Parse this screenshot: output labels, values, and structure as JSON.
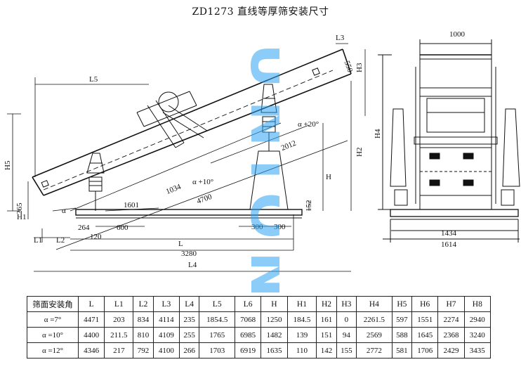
{
  "title": "ZD1273 直线等厚筛安装尺寸",
  "watermark": "UNION",
  "drawing": {
    "side_labels": {
      "L5": "L5",
      "L3": "L3",
      "L1": "L1",
      "L2": "L2",
      "L": "L",
      "L4": "L4",
      "H5": "H5",
      "H1": "H1",
      "H": "H",
      "H2": "H2",
      "H3": "H3",
      "H4": "H4",
      "angle_a": "α",
      "angle_20": "α +20°",
      "angle_10": "α +10°"
    },
    "side_dims": {
      "d1000": "1000",
      "d550": "550",
      "d2012": "2012",
      "d1034": "1034",
      "d4700": "4700",
      "d1601": "1601",
      "d265": "265",
      "d152": "152",
      "d264": "264",
      "d600": "600",
      "d120": "120",
      "d300a": "300",
      "d300b": "300",
      "d3280": "3280",
      "d1434": "1434",
      "d1614": "1614"
    }
  },
  "table": {
    "headers": [
      "筛面安装角",
      "L",
      "L1",
      "L2",
      "L3",
      "L4",
      "L5",
      "L6",
      "H",
      "H1",
      "H2",
      "H3",
      "H4",
      "H5",
      "H6",
      "H7",
      "H8"
    ],
    "rows": [
      [
        "α =7°",
        "4471",
        "203",
        "834",
        "4114",
        "235",
        "1854.5",
        "7068",
        "1250",
        "184.5",
        "161",
        "0",
        "2261.5",
        "597",
        "1551",
        "2274",
        "2940"
      ],
      [
        "α =10°",
        "4400",
        "211.5",
        "810",
        "4109",
        "255",
        "1765",
        "6985",
        "1482",
        "139",
        "151",
        "94",
        "2569",
        "588",
        "1645",
        "2368",
        "3240"
      ],
      [
        "α =12°",
        "4346",
        "217",
        "792",
        "4100",
        "266",
        "1703",
        "6919",
        "1635",
        "110",
        "142",
        "155",
        "2772",
        "581",
        "1706",
        "2429",
        "3435"
      ]
    ]
  }
}
